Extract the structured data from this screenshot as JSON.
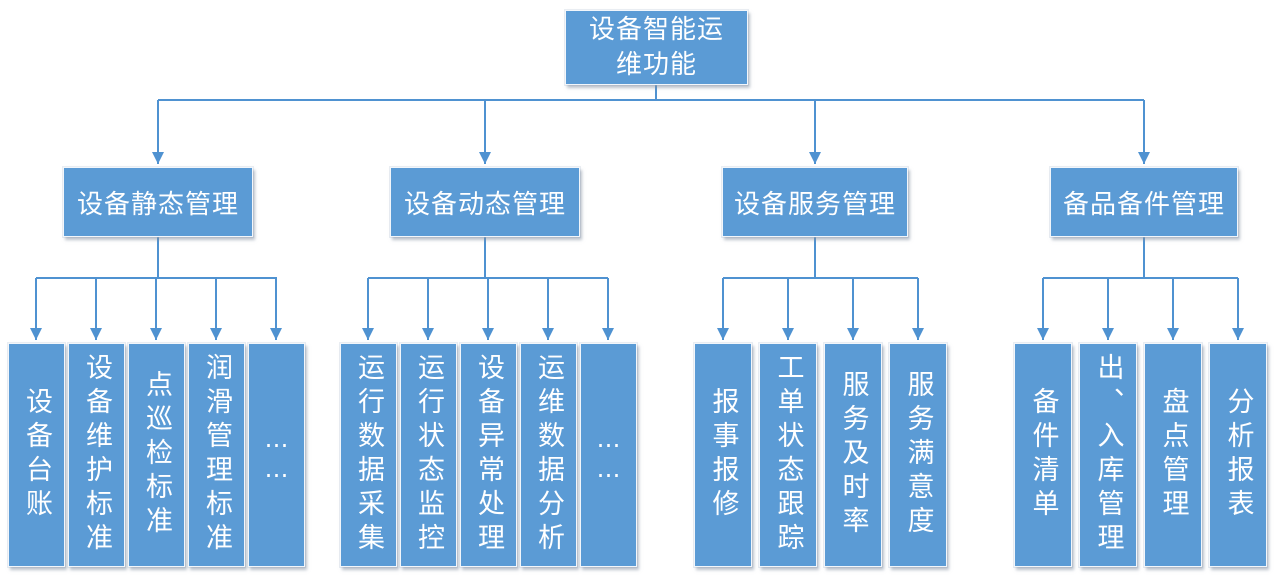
{
  "diagram": {
    "title": "设备智能运维功能",
    "root": {
      "line1": "设备智能运",
      "line2": "维功能"
    },
    "branches": [
      {
        "label": "设备静态管理",
        "children": [
          "设备台账",
          "设备维护标准",
          "点巡检标准",
          "润滑管理标准",
          "……"
        ]
      },
      {
        "label": "设备动态管理",
        "children": [
          "运行数据采集",
          "运行状态监控",
          "设备异常处理",
          "运维数据分析",
          "……"
        ]
      },
      {
        "label": "设备服务管理",
        "children": [
          "报事报修",
          "工单状态跟踪",
          "服务及时率",
          "服务满意度"
        ]
      },
      {
        "label": "备品备件管理",
        "children": [
          "备件清单",
          "出、入库管理",
          "盘点管理",
          "分析报表"
        ]
      }
    ],
    "colors": {
      "node_fill": "#5b9bd5",
      "connector": "#4f92d1",
      "text": "#ffffff",
      "background": "#ffffff"
    }
  }
}
